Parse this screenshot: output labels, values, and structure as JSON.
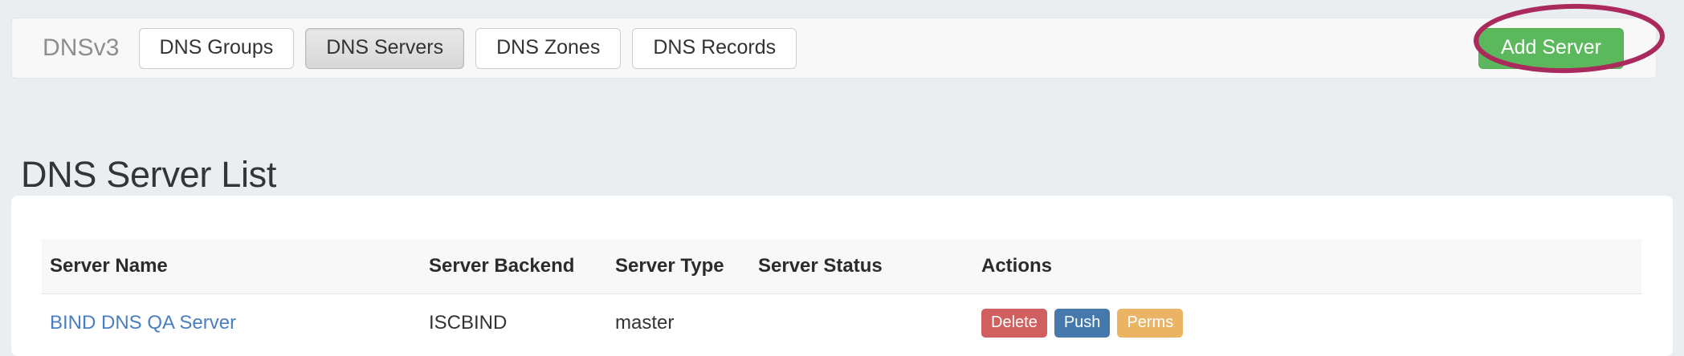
{
  "navbar": {
    "brand": "DNSv3",
    "items": [
      {
        "label": "DNS Groups",
        "active": false
      },
      {
        "label": "DNS Servers",
        "active": true
      },
      {
        "label": "DNS Zones",
        "active": false
      },
      {
        "label": "DNS Records",
        "active": false
      }
    ],
    "add_button_label": "Add Server"
  },
  "annotation": {
    "shape": "ellipse",
    "target": "Add Server",
    "color": "#ab2a5e"
  },
  "page": {
    "title": "DNS Server List"
  },
  "table": {
    "columns": [
      "Server Name",
      "Server Backend",
      "Server Type",
      "Server Status",
      "Actions"
    ],
    "rows": [
      {
        "server_name": "BIND DNS QA Server",
        "server_backend": "ISCBIND",
        "server_type": "master",
        "server_status": "",
        "actions": [
          {
            "label": "Delete",
            "style": "danger"
          },
          {
            "label": "Push",
            "style": "primary"
          },
          {
            "label": "Perms",
            "style": "warning"
          }
        ]
      }
    ]
  },
  "colors": {
    "page_background": "#eaeef0",
    "navbar_background": "#f8f8f8",
    "add_button": "#5cb85c",
    "link": "#4a7fbf",
    "delete_button": "#d06060",
    "push_button": "#4579ab",
    "perms_button": "#eab464",
    "annotation": "#ab2a5e"
  }
}
